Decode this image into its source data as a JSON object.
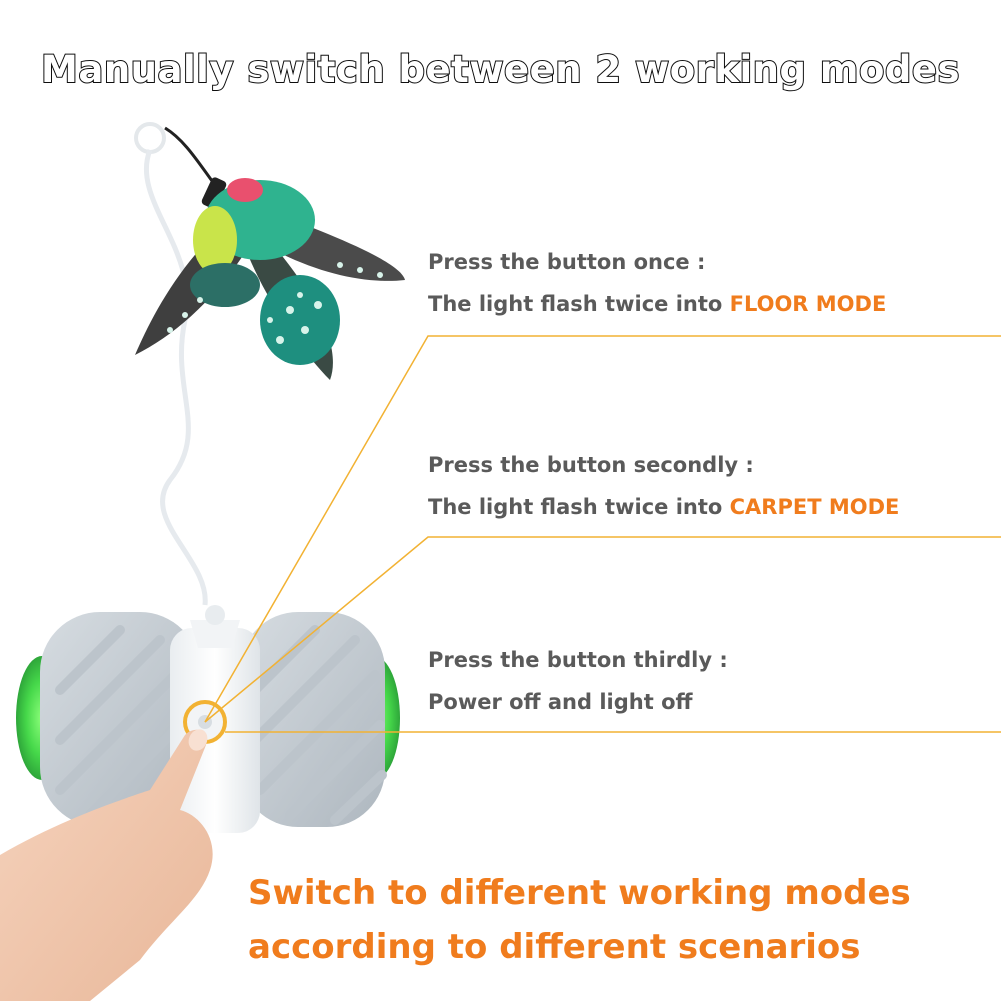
{
  "headline": "Manually switch between 2 working modes",
  "steps": [
    {
      "line1": "Press the button once :",
      "line2_prefix": "The light flash twice into ",
      "mode": "FLOOR MODE"
    },
    {
      "line1": "Press the button secondly :",
      "line2_prefix": "The light flash twice into ",
      "mode": "CARPET MODE"
    },
    {
      "line1": "Press the button thirdly :",
      "line2": "Power off and light off"
    }
  ],
  "footer": {
    "line1": "Switch to different working modes",
    "line2": "according to different scenarios"
  },
  "colors": {
    "accent": "#f07c1d",
    "leader_line": "#f2b233",
    "body_text": "#5a5a5a",
    "toy_grey": "#c9d0d6",
    "glow": "#5ee85a"
  }
}
